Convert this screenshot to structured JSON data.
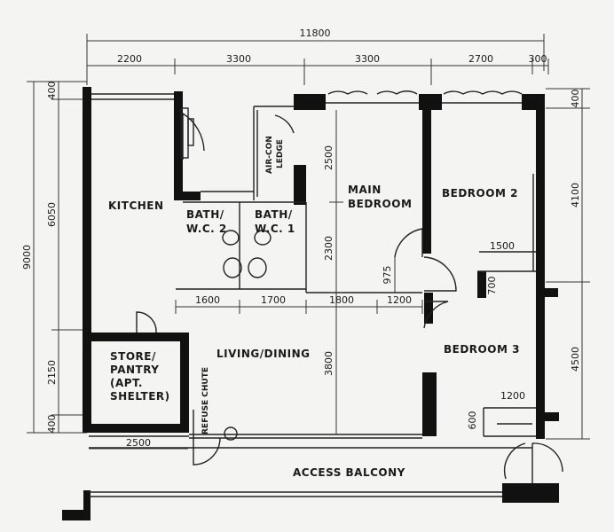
{
  "dimensions": {
    "top_total": "11800",
    "top": [
      "2200",
      "3300",
      "3300",
      "2700",
      "300"
    ],
    "left_total": "9000",
    "left": [
      "400",
      "6050",
      "2150",
      "400"
    ],
    "right": [
      "400",
      "4100",
      "4500"
    ],
    "interior_row": [
      "1600",
      "1700",
      "1800",
      "1200"
    ],
    "main_bedroom_v1": "2500",
    "main_bedroom_v2": "2300",
    "living_v": "3800",
    "door_975": "975",
    "bed3_w": "1500",
    "bed3_700": "700",
    "bed3_1200": "1200",
    "bed3_600": "600",
    "store_w": "2500"
  },
  "rooms": {
    "kitchen": "KITCHEN",
    "bath2": [
      "BATH/",
      "W.C. 2"
    ],
    "bath1": [
      "BATH/",
      "W.C. 1"
    ],
    "aircon": [
      "AIR-CON",
      "LEDGE"
    ],
    "main_bedroom": [
      "MAIN",
      "BEDROOM"
    ],
    "bedroom2": "BEDROOM 2",
    "bedroom3": "BEDROOM 3",
    "living": "LIVING/DINING",
    "store": [
      "STORE/",
      "PANTRY",
      "(APT.",
      "SHELTER)"
    ],
    "refuse": "REFUSE CHUTE",
    "access_balcony": "ACCESS   BALCONY"
  }
}
